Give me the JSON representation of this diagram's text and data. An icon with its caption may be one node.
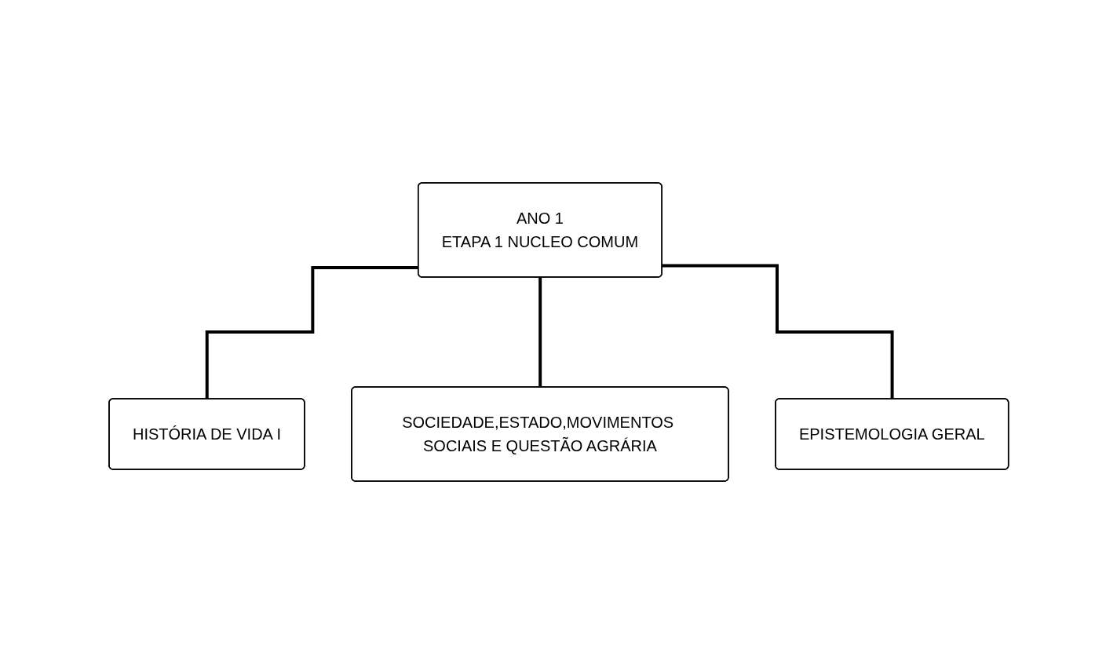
{
  "diagram": {
    "nodes": [
      {
        "text": [
          "ANO 1",
          "ETAPA 1 NUCLEO COMUM"
        ]
      },
      {
        "text": [
          "HISTÓRIA DE VIDA I"
        ]
      },
      {
        "text": [
          "SOCIEDADE,ESTADO,MOVIMENTOS SOCIAIS E QUESTÃO AGRÁRIA"
        ]
      },
      {
        "text": [
          "EPISTEMOLOGIA GERAL"
        ]
      }
    ],
    "edges": [
      {
        "from": 0,
        "to": 1,
        "arrow": "none"
      },
      {
        "from": 0,
        "to": 2,
        "arrow": "none"
      },
      {
        "from": 0,
        "to": 3,
        "arrow": "none"
      }
    ]
  }
}
